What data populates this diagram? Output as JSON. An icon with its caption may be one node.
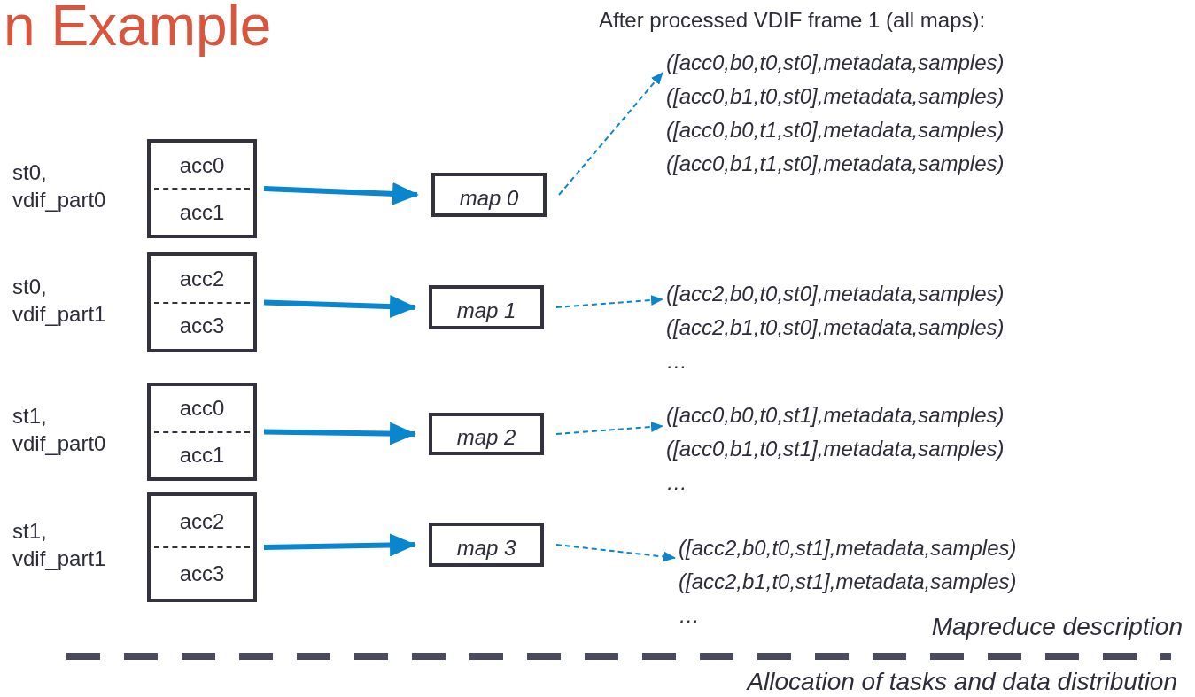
{
  "diagram": {
    "title": "n Example",
    "nodes": [
      {
        "text": [
          "acc0",
          "acc1"
        ],
        "beside": [
          "st0, vdif_part0"
        ]
      },
      {
        "text": [
          "map 0"
        ]
      },
      {
        "text": [
          "acc2",
          "acc3"
        ],
        "beside": [
          "st0, vdif_part1"
        ]
      },
      {
        "text": [
          "map 1"
        ]
      },
      {
        "text": [
          "acc0",
          "acc1"
        ],
        "beside": [
          "st1, vdif_part0"
        ]
      },
      {
        "text": [
          "map 2"
        ]
      },
      {
        "text": [
          "acc2",
          "acc3"
        ],
        "beside": [
          "st1, vdif_part1"
        ]
      },
      {
        "text": [
          "map 3"
        ]
      },
      {
        "text": [
          "([acc0,b0,t0,st0],metadata,samples)",
          "([acc0,b1,t0,st0],metadata,samples)",
          "([acc0,b0,t1,st0],metadata,samples)",
          "([acc0,b1,t1,st0],metadata,samples)"
        ]
      },
      {
        "text": [
          "([acc2,b0,t0,st0],metadata,samples)",
          "([acc2,b1,t0,st0],metadata,samples)",
          "…"
        ]
      },
      {
        "text": [
          "([acc0,b0,t0,st1],metadata,samples)",
          "([acc0,b1,t0,st1],metadata,samples)",
          "…"
        ]
      },
      {
        "text": [
          "([acc2,b0,t0,st1],metadata,samples)",
          "([acc2,b1,t0,st1],metadata,samples)",
          "…"
        ]
      }
    ],
    "edges": [
      {
        "from": 0,
        "to": 1,
        "arrow": "to",
        "style": "thick"
      },
      {
        "from": 1,
        "to": 8,
        "arrow": "to",
        "style": "dashed"
      },
      {
        "from": 2,
        "to": 3,
        "arrow": "to",
        "style": "thick"
      },
      {
        "from": 3,
        "to": 9,
        "arrow": "to",
        "style": "dashed"
      },
      {
        "from": 4,
        "to": 5,
        "arrow": "to",
        "style": "thick"
      },
      {
        "from": 5,
        "to": 10,
        "arrow": "to",
        "style": "dashed"
      },
      {
        "from": 6,
        "to": 7,
        "arrow": "to",
        "style": "thick"
      },
      {
        "from": 7,
        "to": 11,
        "arrow": "to",
        "style": "dashed"
      }
    ],
    "labels": [
      "After processed VDIF frame 1 (all maps):",
      "Mapreduce description",
      "Allocation of tasks and data distribution"
    ]
  }
}
